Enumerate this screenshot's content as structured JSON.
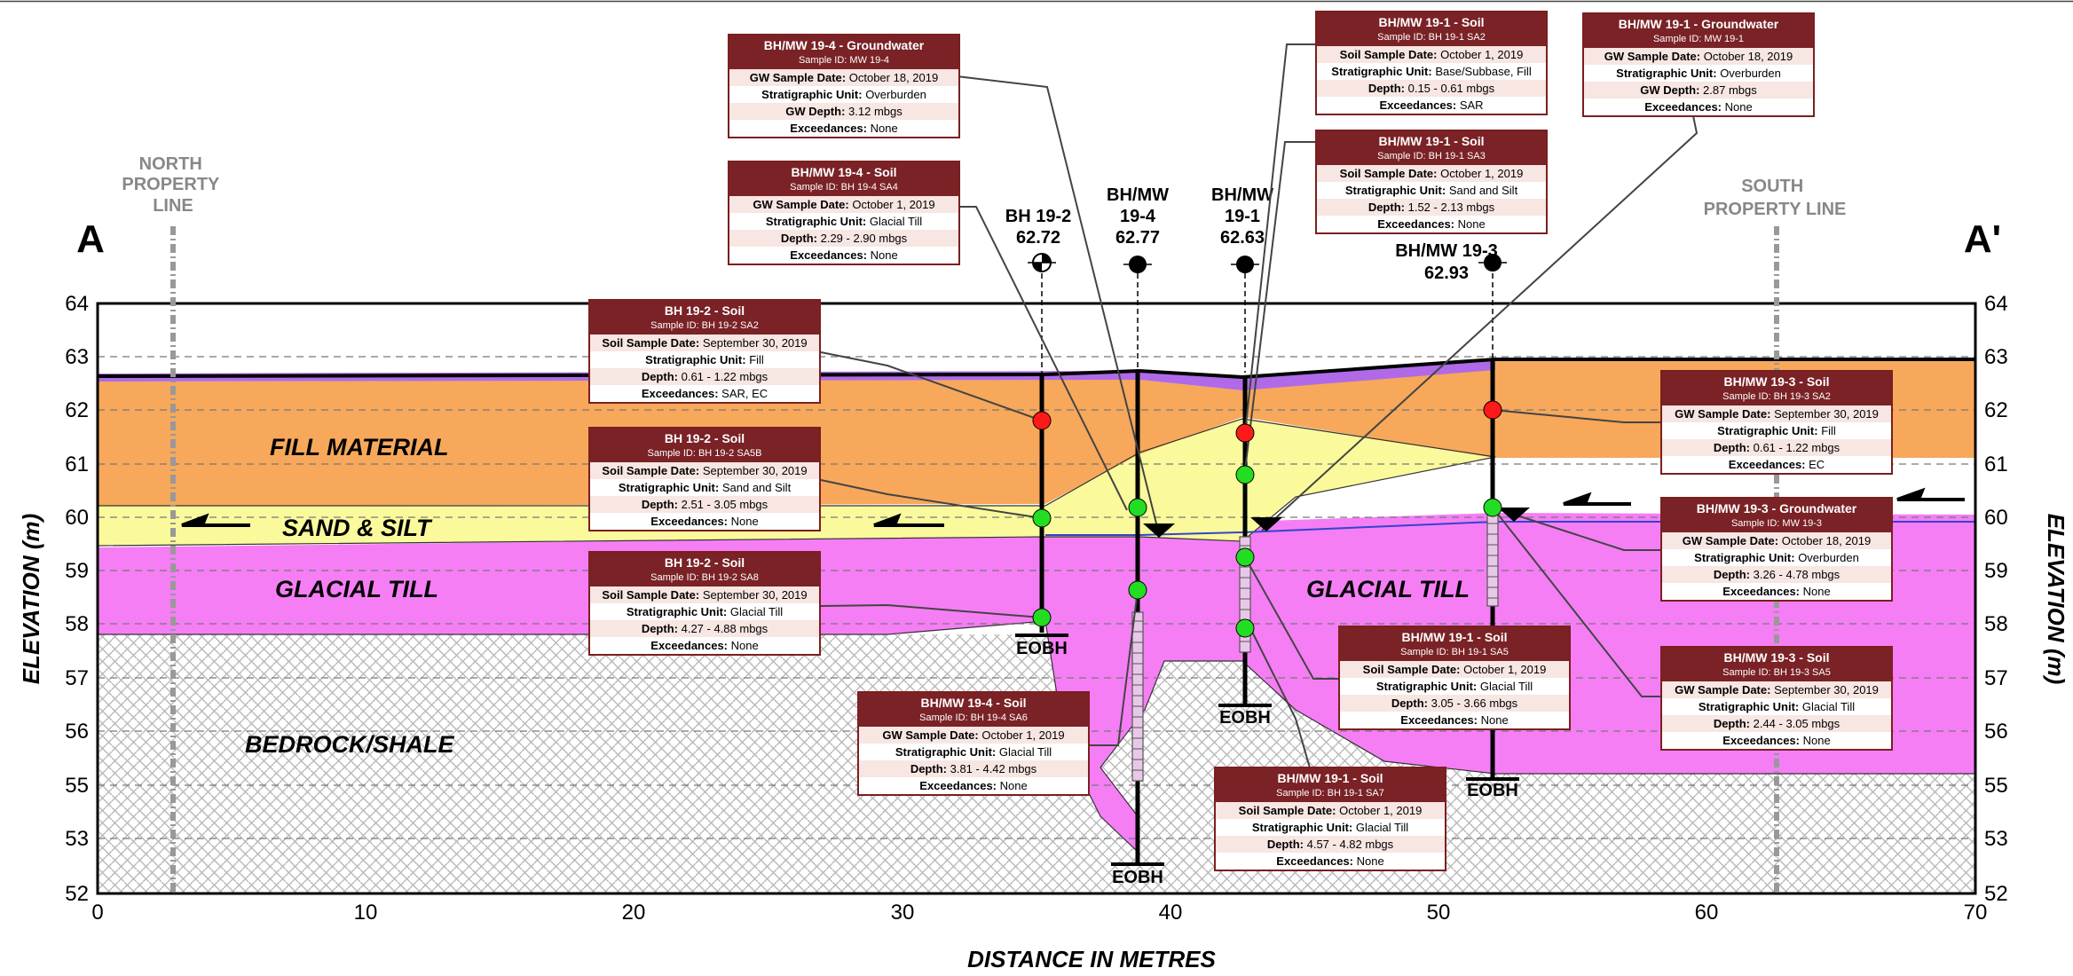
{
  "header": {
    "left_label": "A",
    "right_label": "A'"
  },
  "property_lines": {
    "north": [
      "NORTH",
      "PROPERTY",
      "LINE"
    ],
    "south": [
      "SOUTH",
      "PROPERTY LINE"
    ]
  },
  "axes": {
    "x_title": "DISTANCE IN METRES",
    "y_title": "ELEVATION (m)",
    "x_ticks": [
      "0",
      "10",
      "20",
      "30",
      "40",
      "50",
      "60",
      "70"
    ],
    "y_ticks": [
      "52",
      "53",
      "55",
      "56",
      "57",
      "58",
      "59",
      "60",
      "61",
      "62",
      "63",
      "64"
    ]
  },
  "units": {
    "fill": "FILL MATERIAL",
    "sand": "SAND & SILT",
    "till_left": "GLACIAL TILL",
    "till_right": "GLACIAL TILL",
    "bedrock": "BEDROCK/SHALE"
  },
  "boreholes": [
    {
      "id_lines": [
        "BH 19-2"
      ],
      "elev": "62.72",
      "eobh": "EOBH"
    },
    {
      "id_lines": [
        "BH/MW",
        "19-4"
      ],
      "elev": "62.77",
      "eobh": "EOBH"
    },
    {
      "id_lines": [
        "BH/MW",
        "19-1"
      ],
      "elev": "62.63",
      "eobh": "EOBH"
    },
    {
      "id_lines": [
        "BH/MW 19-3"
      ],
      "elev": "62.93",
      "eobh": "EOBH"
    }
  ],
  "callouts": [
    {
      "title": "BH/MW 19-4 - Groundwater",
      "sample": "Sample ID: MW 19-4",
      "rows": [
        [
          "GW Sample Date:",
          "October 18, 2019"
        ],
        [
          "Stratigraphic Unit:",
          "Overburden"
        ],
        [
          "GW Depth:",
          "3.12 mbgs"
        ],
        [
          "Exceedances:",
          "None"
        ]
      ]
    },
    {
      "title": "BH/MW 19-4 - Soil",
      "sample": "Sample ID: BH 19-4 SA4",
      "rows": [
        [
          "GW Sample Date:",
          "October 1, 2019"
        ],
        [
          "Stratigraphic Unit:",
          "Glacial Till"
        ],
        [
          "Depth:",
          "2.29 - 2.90 mbgs"
        ],
        [
          "Exceedances:",
          "None"
        ]
      ]
    },
    {
      "title": "BH/MW 19-1 - Soil",
      "sample": "Sample ID: BH 19-1 SA2",
      "rows": [
        [
          "Soil Sample Date:",
          "October 1, 2019"
        ],
        [
          "Stratigraphic Unit:",
          "Base/Subbase, Fill"
        ],
        [
          "Depth:",
          "0.15 - 0.61 mbgs"
        ],
        [
          "Exceedances:",
          "SAR"
        ]
      ]
    },
    {
      "title": "BH/MW 19-1 - Soil",
      "sample": "Sample ID: BH 19-1 SA3",
      "rows": [
        [
          "Soil Sample Date:",
          "October 1, 2019"
        ],
        [
          "Stratigraphic Unit:",
          "Sand and Silt"
        ],
        [
          "Depth:",
          "1.52 - 2.13 mbgs"
        ],
        [
          "Exceedances:",
          "None"
        ]
      ]
    },
    {
      "title": "BH/MW 19-1 - Groundwater",
      "sample": "Sample ID: MW 19-1",
      "rows": [
        [
          "GW Sample Date:",
          "October 18, 2019"
        ],
        [
          "Stratigraphic Unit:",
          "Overburden"
        ],
        [
          "GW Depth:",
          "2.87 mbgs"
        ],
        [
          "Exceedances:",
          "None"
        ]
      ]
    },
    {
      "title": "BH 19-2 - Soil",
      "sample": "Sample ID: BH 19-2 SA2",
      "rows": [
        [
          "Soil Sample Date:",
          "September 30, 2019"
        ],
        [
          "Stratigraphic Unit:",
          "Fill"
        ],
        [
          "Depth:",
          "0.61 - 1.22 mbgs"
        ],
        [
          "Exceedances:",
          "SAR, EC"
        ]
      ]
    },
    {
      "title": "BH 19-2 - Soil",
      "sample": "Sample ID: BH 19-2 SA5B",
      "rows": [
        [
          "Soil Sample Date:",
          "September 30, 2019"
        ],
        [
          "Stratigraphic Unit:",
          "Sand and Silt"
        ],
        [
          "Depth:",
          "2.51 - 3.05 mbgs"
        ],
        [
          "Exceedances:",
          "None"
        ]
      ]
    },
    {
      "title": "BH 19-2 - Soil",
      "sample": "Sample ID: BH 19-2 SA8",
      "rows": [
        [
          "Soil Sample Date:",
          "September 30, 2019"
        ],
        [
          "Stratigraphic Unit:",
          "Glacial Till"
        ],
        [
          "Depth:",
          "4.27 - 4.88 mbgs"
        ],
        [
          "Exceedances:",
          "None"
        ]
      ]
    },
    {
      "title": "BH/MW 19-4 - Soil",
      "sample": "Sample ID: BH 19-4 SA6",
      "rows": [
        [
          "GW Sample Date:",
          "October 1, 2019"
        ],
        [
          "Stratigraphic Unit:",
          "Glacial Till"
        ],
        [
          "Depth:",
          "3.81 - 4.42 mbgs"
        ],
        [
          "Exceedances:",
          "None"
        ]
      ]
    },
    {
      "title": "BH/MW 19-1 - Soil",
      "sample": "Sample ID: BH 19-1 SA5",
      "rows": [
        [
          "Soil Sample Date:",
          "October 1, 2019"
        ],
        [
          "Stratigraphic Unit:",
          "Glacial Till"
        ],
        [
          "Depth:",
          "3.05 - 3.66 mbgs"
        ],
        [
          "Exceedances:",
          "None"
        ]
      ]
    },
    {
      "title": "BH/MW 19-1 - Soil",
      "sample": "Sample ID: BH 19-1 SA7",
      "rows": [
        [
          "Soil Sample Date:",
          "October 1, 2019"
        ],
        [
          "Stratigraphic Unit:",
          "Glacial Till"
        ],
        [
          "Depth:",
          "4.57 - 4.82 mbgs"
        ],
        [
          "Exceedances:",
          "None"
        ]
      ]
    },
    {
      "title": "BH/MW 19-3 - Soil",
      "sample": "Sample ID: BH 19-3 SA2",
      "rows": [
        [
          "GW Sample Date:",
          "September 30, 2019"
        ],
        [
          "Stratigraphic Unit:",
          "Fill"
        ],
        [
          "Depth:",
          "0.61 - 1.22 mbgs"
        ],
        [
          "Exceedances:",
          "EC"
        ]
      ]
    },
    {
      "title": "BH/MW 19-3 - Groundwater",
      "sample": "Sample ID: MW 19-3",
      "rows": [
        [
          "GW Sample Date:",
          "October 18, 2019"
        ],
        [
          "Stratigraphic Unit:",
          "Overburden"
        ],
        [
          "Depth:",
          "3.26 - 4.78 mbgs"
        ],
        [
          "Exceedances:",
          "None"
        ]
      ]
    },
    {
      "title": "BH/MW 19-3 - Soil",
      "sample": "Sample ID: BH 19-3 SA5",
      "rows": [
        [
          "GW Sample Date:",
          "September 30, 2019"
        ],
        [
          "Stratigraphic Unit:",
          "Glacial Till"
        ],
        [
          "Depth:",
          "2.44 - 3.05 mbgs"
        ],
        [
          "Exceedances:",
          "None"
        ]
      ]
    }
  ],
  "colors": {
    "fill": "#f7a85a",
    "sand": "#fafa9c",
    "till": "#f57ef5",
    "bedrock": "#ffffff",
    "purple_top": "#b06ae8",
    "callout_header": "#7a2226",
    "exceed": "#ff1a1a",
    "ok": "#22dd22",
    "water": "#3344cc"
  }
}
